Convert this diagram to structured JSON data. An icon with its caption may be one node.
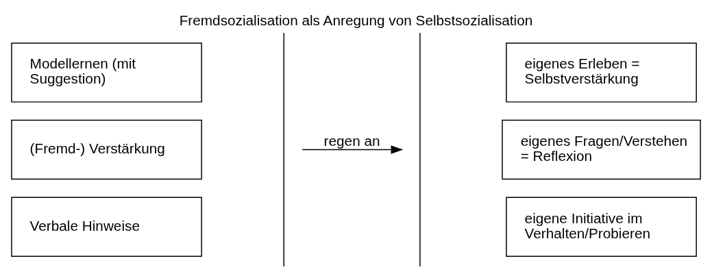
{
  "diagram": {
    "title": "Fremdsozialisation als Anregung von Selbstsozialisation",
    "nodes": [
      {
        "text": [
          "Modellernen (mit Suggestion)"
        ]
      },
      {
        "text": [
          "(Fremd-) Verstärkung"
        ]
      },
      {
        "text": [
          "Verbale Hinweise"
        ]
      },
      {
        "text": [],
        "shape": "brace"
      },
      {
        "text": [],
        "shape": "brace"
      },
      {
        "text": [
          "eigenes Erleben = Selbstverstärkung"
        ]
      },
      {
        "text": [
          "eigenes Fragen/Verstehen = Reflexion"
        ]
      },
      {
        "text": [
          "eigene Initiative im Verhalten/Probieren"
        ]
      }
    ],
    "edges": [
      {
        "from": 3,
        "to": 4,
        "arrow": "to",
        "label": "regen an"
      }
    ]
  }
}
